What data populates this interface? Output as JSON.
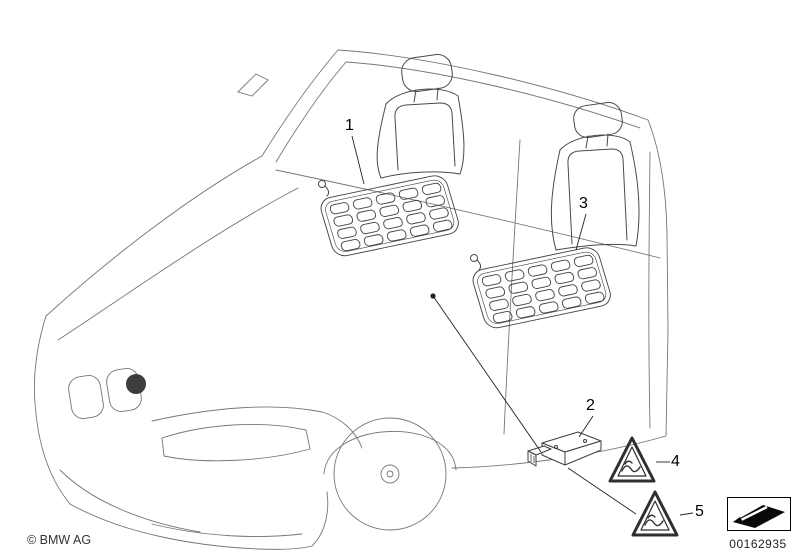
{
  "page": {
    "background": "#ffffff",
    "line_color": "#6b6b6b",
    "detail_line_color": "#4a4a4a",
    "label_color": "#000000"
  },
  "callouts": {
    "c1": {
      "label": "1"
    },
    "c2": {
      "label": "2"
    },
    "c3": {
      "label": "3"
    },
    "c4": {
      "label": "4"
    },
    "c5": {
      "label": "5"
    }
  },
  "footer": {
    "copyright": "© BMW AG",
    "part_number": "00162935"
  },
  "icons": {
    "warning_triangle": "warning-triangle-icon",
    "stamp": "page-corner-stamp-icon"
  }
}
